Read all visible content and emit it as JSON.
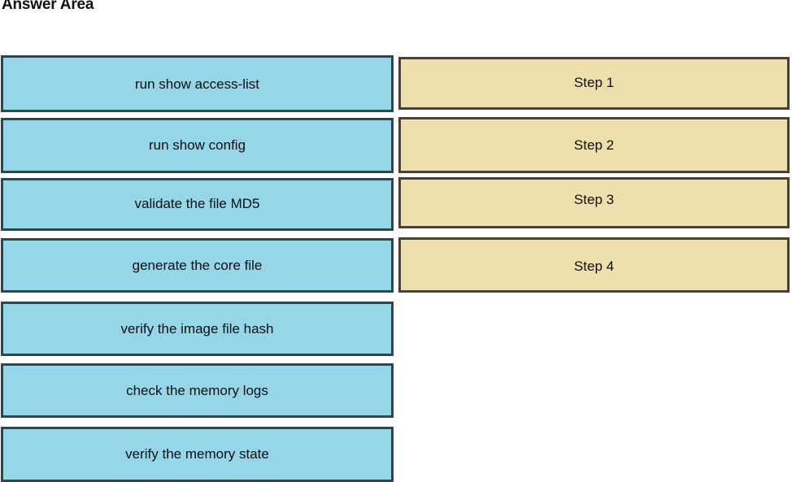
{
  "page": {
    "title": "Answer Area",
    "background": "#ffffff"
  },
  "colors": {
    "option_fill": "#95d7e9",
    "option_border": "#2f4550",
    "step_fill": "#eee0ac",
    "step_border": "#4a4132",
    "text": "#0d0d0d"
  },
  "options_column": {
    "name": "draggable-options",
    "items": [
      {
        "label": "run show access-list"
      },
      {
        "label": "run show config"
      },
      {
        "label": "validate the file MD5"
      },
      {
        "label": "generate the core file"
      },
      {
        "label": "verify the image file hash"
      },
      {
        "label": "check the memory logs"
      },
      {
        "label": "verify the memory state"
      }
    ]
  },
  "steps_column": {
    "name": "drop-targets",
    "items": [
      {
        "label": "Step 1"
      },
      {
        "label": "Step 2"
      },
      {
        "label": "Step 3"
      },
      {
        "label": "Step 4"
      }
    ]
  }
}
